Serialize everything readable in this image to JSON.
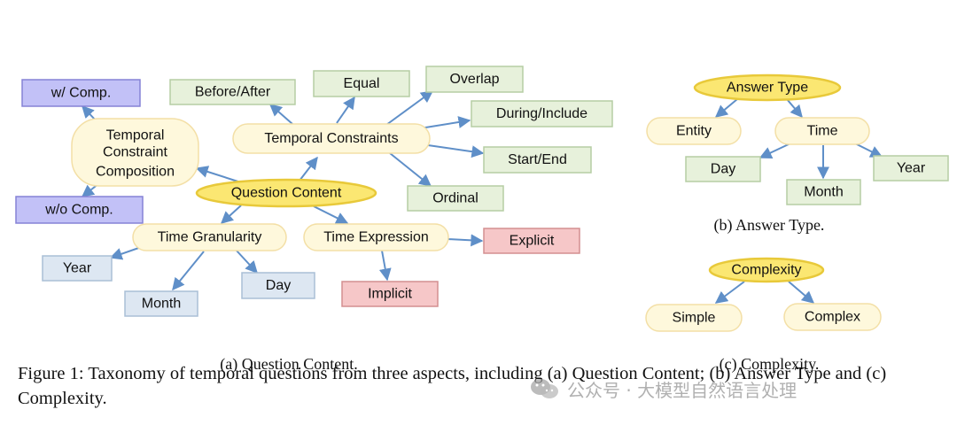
{
  "colors": {
    "yellow_fill": "#fef8dc",
    "yellow_stroke": "#f3dfa6",
    "root_fill": "#fbe772",
    "root_stroke": "#e8c93a",
    "green_fill": "#e7f1db",
    "green_stroke": "#b5cda4",
    "purple_fill": "#c2c1f7",
    "purple_stroke": "#8582d6",
    "red_fill": "#f6c7c8",
    "red_stroke": "#d48f90",
    "blue_fill": "#dde7f2",
    "blue_stroke": "#aabfd6",
    "arrow": "#5f8fc8"
  },
  "question_content": {
    "root": "Question Content",
    "temporal_constraints": "Temporal Constraints",
    "tcc_line1": "Temporal",
    "tcc_line2": "Constraint",
    "tcc_line3": "Composition",
    "with_comp": "w/ Comp.",
    "without_comp": "w/o Comp.",
    "before_after": "Before/After",
    "equal": "Equal",
    "overlap": "Overlap",
    "during_include": "During/Include",
    "start_end": "Start/End",
    "ordinal": "Ordinal",
    "time_granularity": "Time Granularity",
    "year": "Year",
    "month": "Month",
    "day": "Day",
    "time_expression": "Time Expression",
    "explicit": "Explicit",
    "implicit": "Implicit",
    "caption": "(a) Question Content."
  },
  "answer_type": {
    "root": "Answer Type",
    "entity": "Entity",
    "time": "Time",
    "day": "Day",
    "month": "Month",
    "year": "Year",
    "caption": "(b) Answer Type."
  },
  "complexity": {
    "root": "Complexity",
    "simple": "Simple",
    "complex": "Complex",
    "caption": "(c) Complexity."
  },
  "figure_caption": "Figure 1: Taxonomy of temporal questions from three aspects, including (a) Question Content; (b) Answer Type and (c) Complexity.",
  "watermark": "公众号 · 大模型自然语言处理"
}
